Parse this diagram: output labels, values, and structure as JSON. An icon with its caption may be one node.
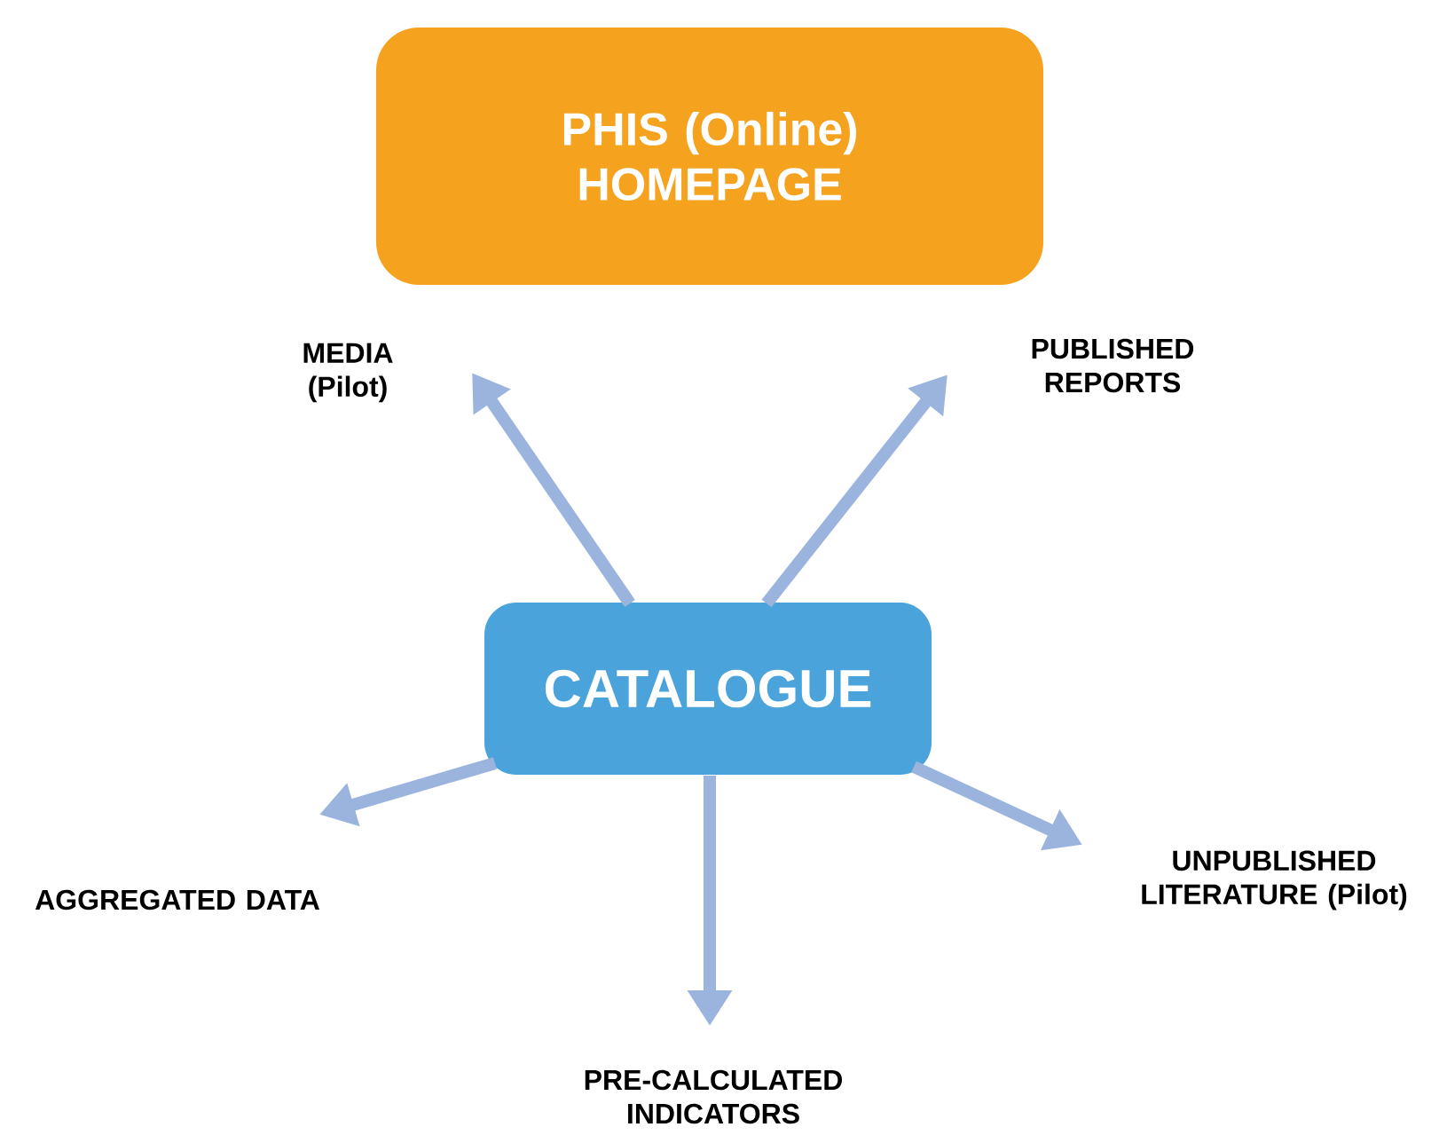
{
  "diagram": {
    "nodes": [
      {
        "text": [
          "PHIS (Online) HOMEPAGE"
        ]
      },
      {
        "text": [
          "CATALOGUE"
        ]
      },
      {
        "text": [
          "MEDIA (Pilot)"
        ]
      },
      {
        "text": [
          "PUBLISHED REPORTS"
        ]
      },
      {
        "text": [
          "AGGREGATED DATA"
        ]
      },
      {
        "text": [
          "PRE-CALCULATED INDICATORS"
        ]
      },
      {
        "text": [
          "UNPUBLISHED LITERATURE (Pilot)"
        ]
      }
    ],
    "edges": [
      {
        "from": 1,
        "to": 2,
        "arrow": "to"
      },
      {
        "from": 1,
        "to": 3,
        "arrow": "to"
      },
      {
        "from": 1,
        "to": 4,
        "arrow": "to"
      },
      {
        "from": 1,
        "to": 5,
        "arrow": "to"
      },
      {
        "from": 1,
        "to": 6,
        "arrow": "to"
      }
    ]
  }
}
